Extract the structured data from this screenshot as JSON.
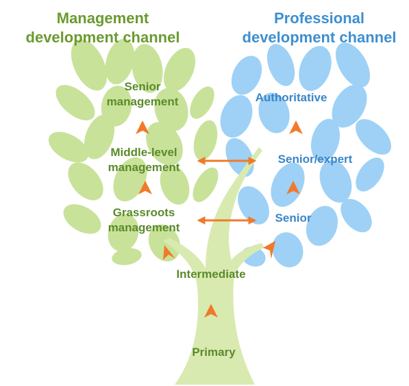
{
  "titles": {
    "management": [
      "Management",
      "development channel"
    ],
    "professional": [
      "Professional",
      "development channel"
    ]
  },
  "management_levels": {
    "senior": [
      "Senior",
      "management"
    ],
    "middle": [
      "Middle-level",
      "management"
    ],
    "grassroots": [
      "Grassroots",
      "management"
    ]
  },
  "professional_levels": {
    "authoritative": "Authoritative",
    "senior_expert": "Senior/expert",
    "senior": "Senior"
  },
  "trunk_levels": {
    "intermediate": "Intermediate",
    "primary": "Primary"
  },
  "colors": {
    "management_title": "#6a9a30",
    "management_text": "#5a8a2a",
    "professional_title": "#3d8fd0",
    "professional_text": "#3a86c8",
    "green_leaf": "#c9e29a",
    "blue_leaf": "#9ed1f5",
    "trunk": "#d9eab0",
    "arrow": "#f07a2a"
  },
  "icons": {
    "up_arrow": "up-arrow-icon",
    "double_arrow": "double-arrow-icon"
  }
}
